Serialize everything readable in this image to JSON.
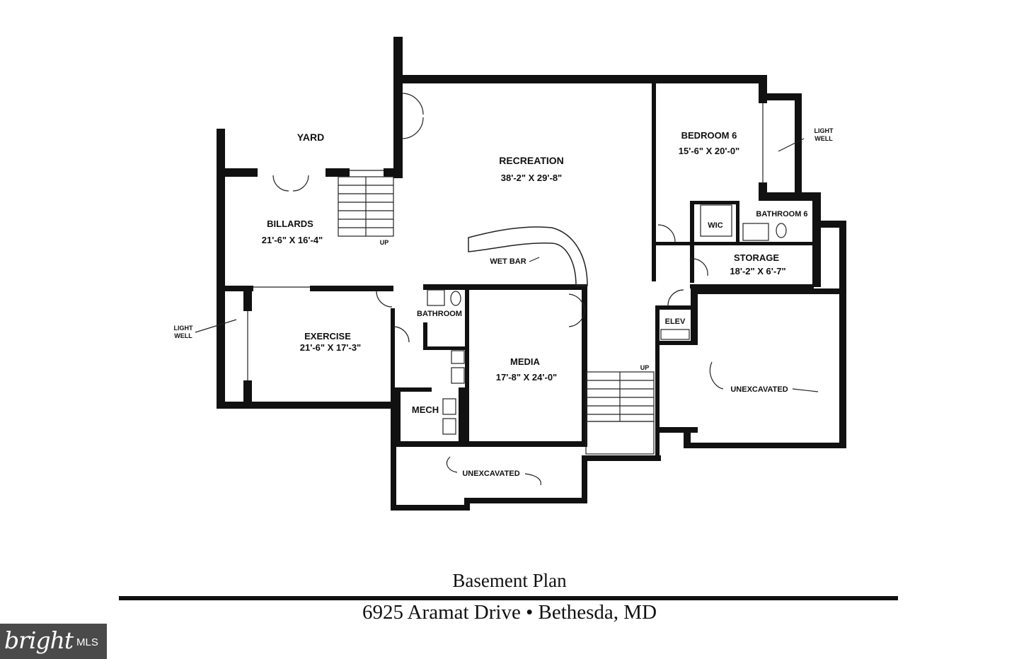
{
  "rooms": {
    "yard": "YARD",
    "recreation": {
      "name": "RECREATION",
      "dims": "38'-2\" X 29'-8\""
    },
    "bedroom6": {
      "name": "BEDROOM 6",
      "dims": "15'-6\" X 20'-0\""
    },
    "billards": {
      "name": "BILLARDS",
      "dims": "21'-6\" X 16'-4\""
    },
    "wic": "WIC",
    "bathroom6": "BATHROOM 6",
    "storage": {
      "name": "STORAGE",
      "dims": "18'-2\" X 6'-7\""
    },
    "wet_bar": "WET BAR",
    "bathroom": "BATHROOM",
    "exercise": {
      "name": "EXERCISE",
      "dims": "21'-6\" X 17'-3\""
    },
    "elev": "ELEV",
    "media": {
      "name": "MEDIA",
      "dims": "17'-8\" X 24'-0\""
    },
    "mech": "MECH",
    "unexcavated_right": "UNEXCAVATED",
    "unexcavated_bottom": "UNEXCAVATED"
  },
  "notes": {
    "light_well_left_1": "LIGHT",
    "light_well_left_2": "WELL",
    "light_well_right_1": "LIGHT",
    "light_well_right_2": "WELL",
    "up_left": "UP",
    "up_right": "UP"
  },
  "title": "Basement Plan",
  "address": "6925 Aramat Drive • Bethesda, MD",
  "watermark": {
    "brand": "bright",
    "suffix": "MLS"
  },
  "colors": {
    "wall": "#111111",
    "background": "#ffffff",
    "watermark_bg": "#4a4a4a"
  }
}
